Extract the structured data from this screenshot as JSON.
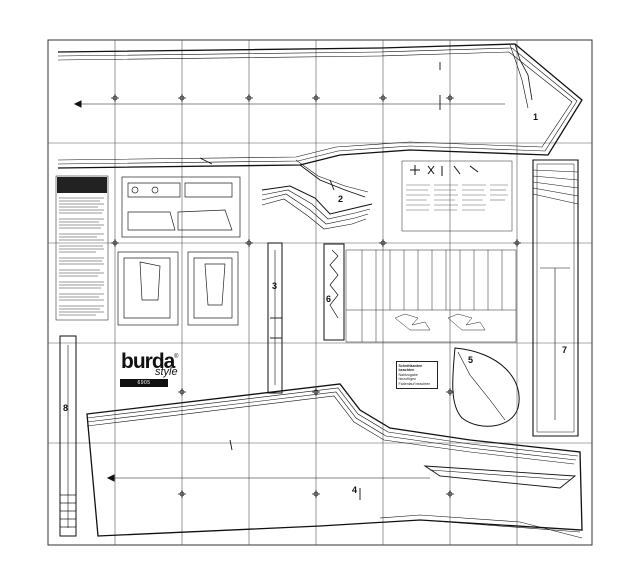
{
  "brand": {
    "logo_main": "burda",
    "logo_sub": "style",
    "registered": "®",
    "code_badge": "6905"
  },
  "piece_numbers": [
    "1",
    "2",
    "3",
    "4",
    "5",
    "6",
    "7",
    "8"
  ],
  "info_box": {
    "line1": "Schnittkanten beachten",
    "line2": "Nahtzugabe hinzufügen",
    "line3": "Fadenlauf beachten"
  },
  "colors": {
    "ink": "#111111",
    "grid": "#444444",
    "paper": "#ffffff"
  }
}
